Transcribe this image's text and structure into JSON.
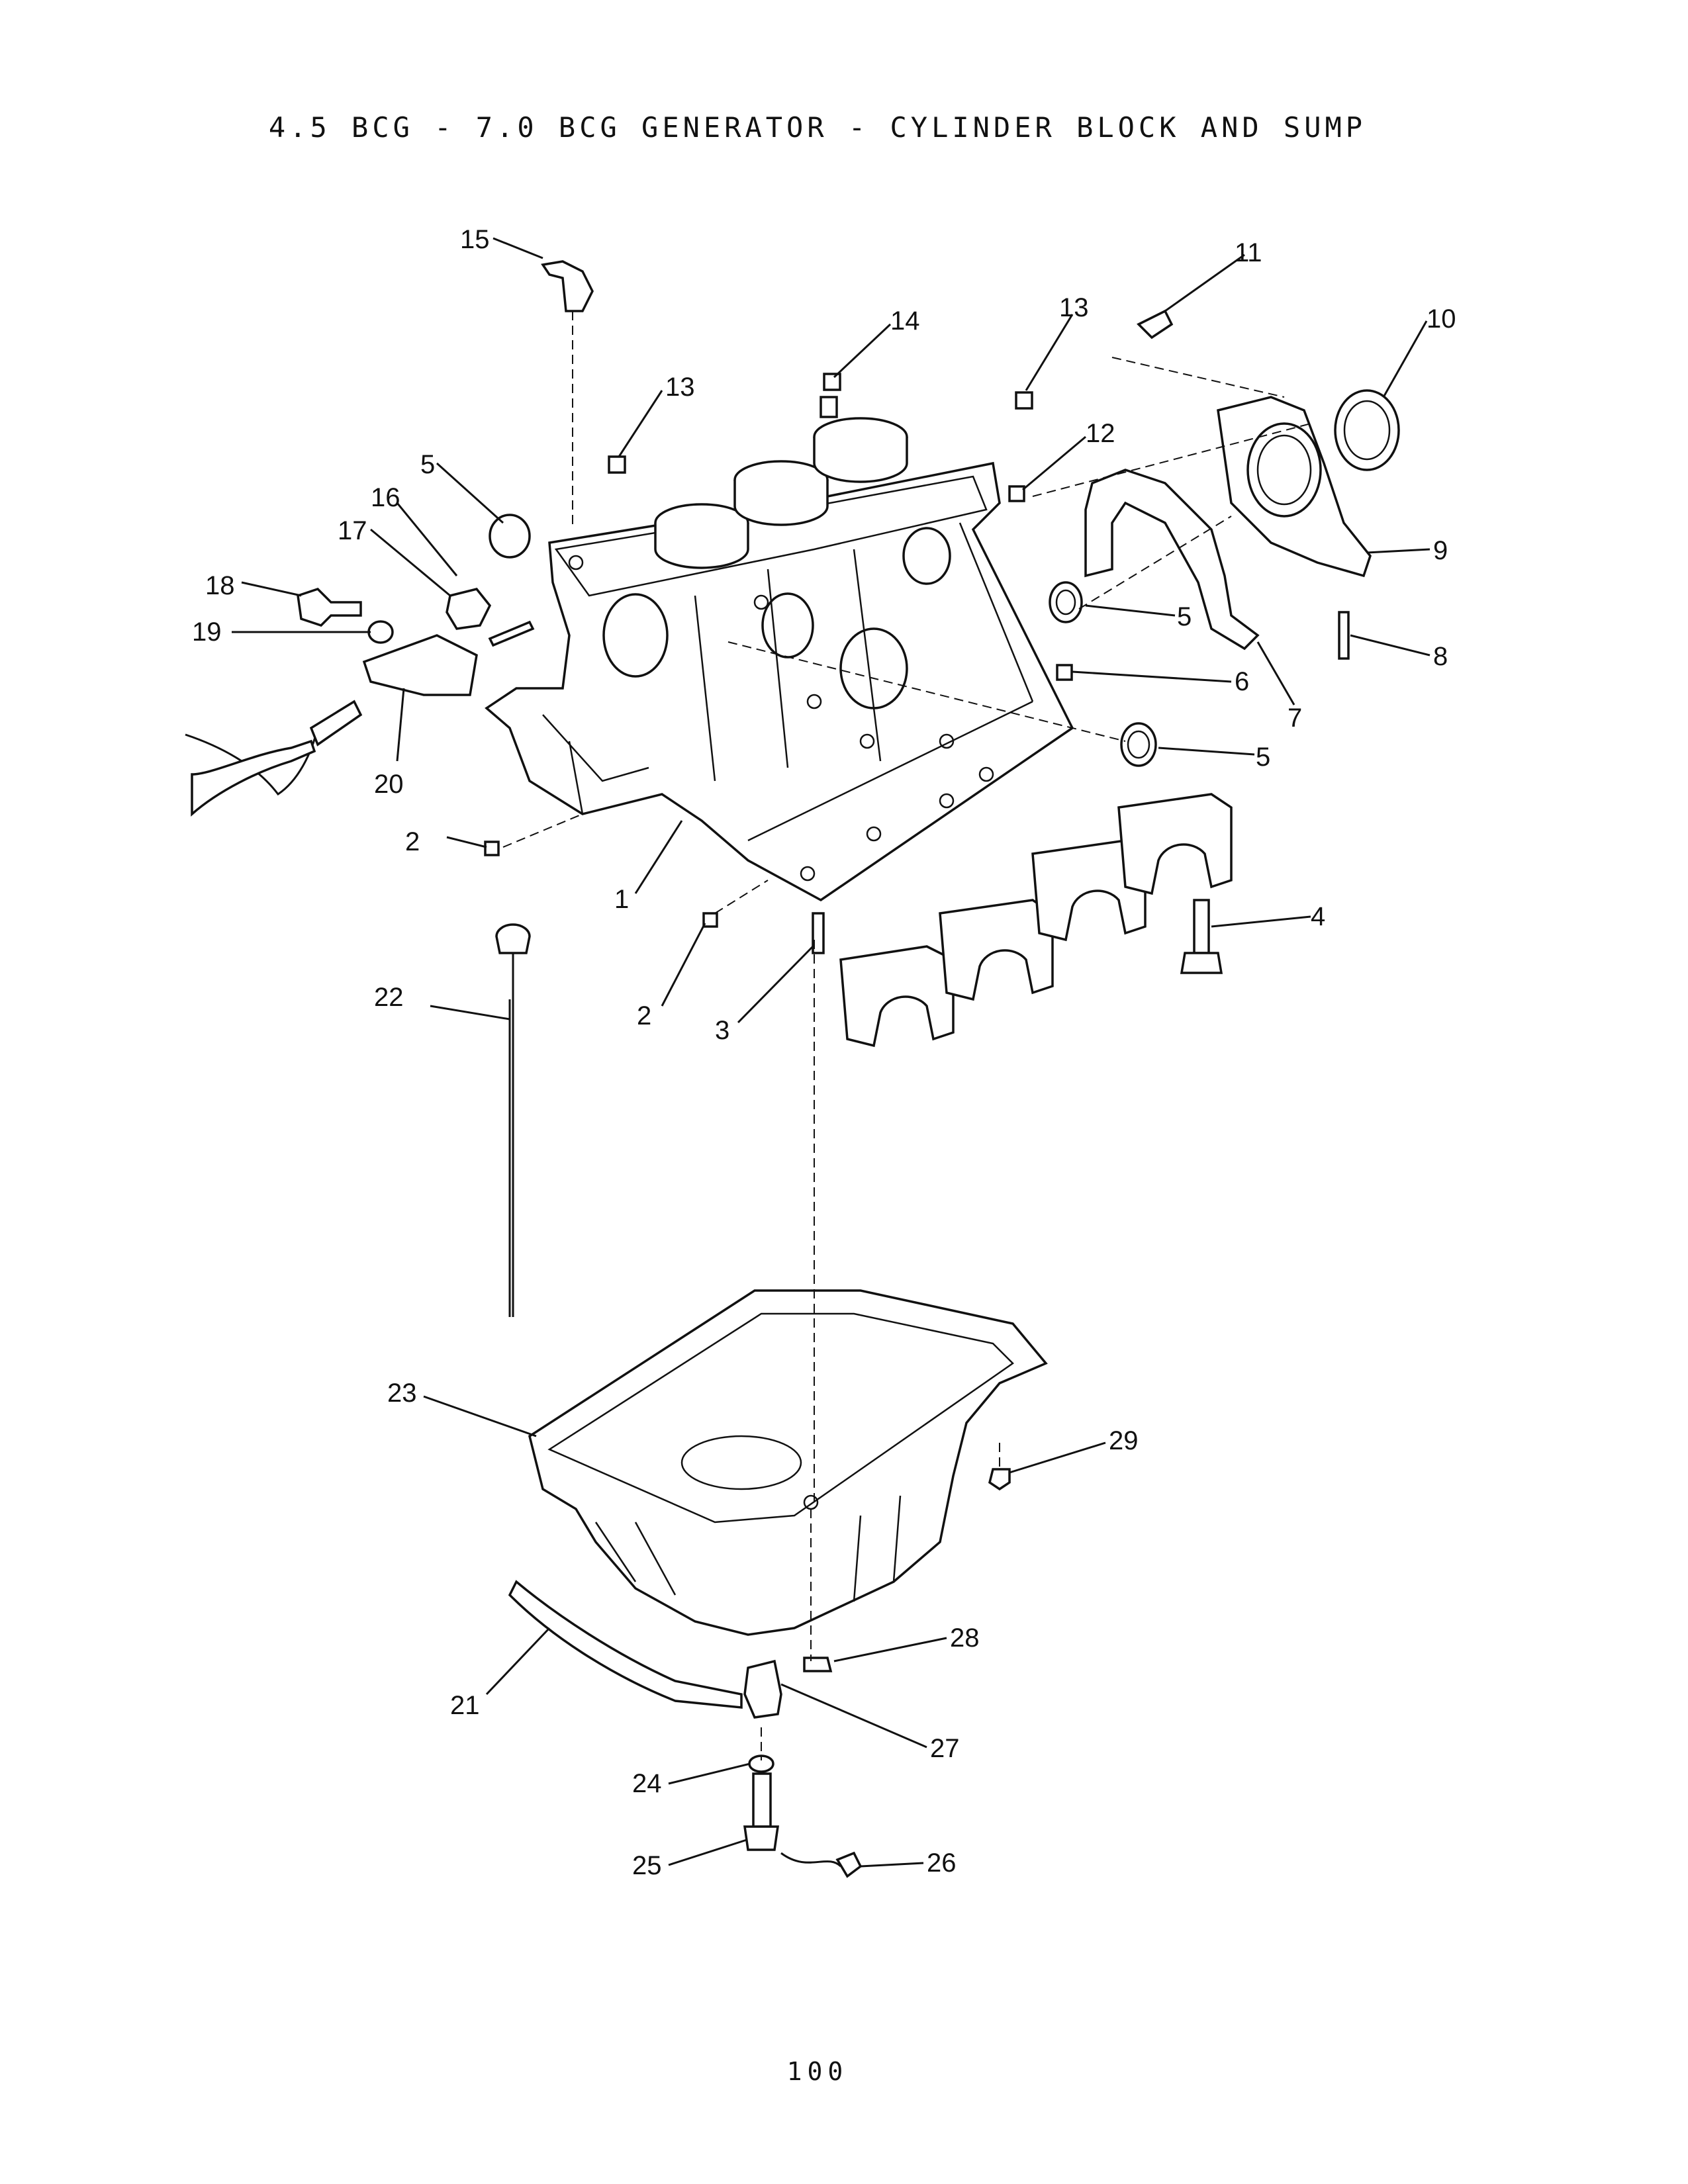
{
  "title": "4.5 BCG - 7.0 BCG GENERATOR - CYLINDER BLOCK AND SUMP",
  "page_number": "100",
  "callouts": [
    "1",
    "2",
    "2",
    "3",
    "4",
    "5",
    "5",
    "5",
    "6",
    "7",
    "8",
    "9",
    "10",
    "11",
    "12",
    "13",
    "13",
    "14",
    "15",
    "16",
    "17",
    "18",
    "19",
    "20",
    "21",
    "22",
    "23",
    "24",
    "25",
    "26",
    "27",
    "28",
    "29"
  ]
}
